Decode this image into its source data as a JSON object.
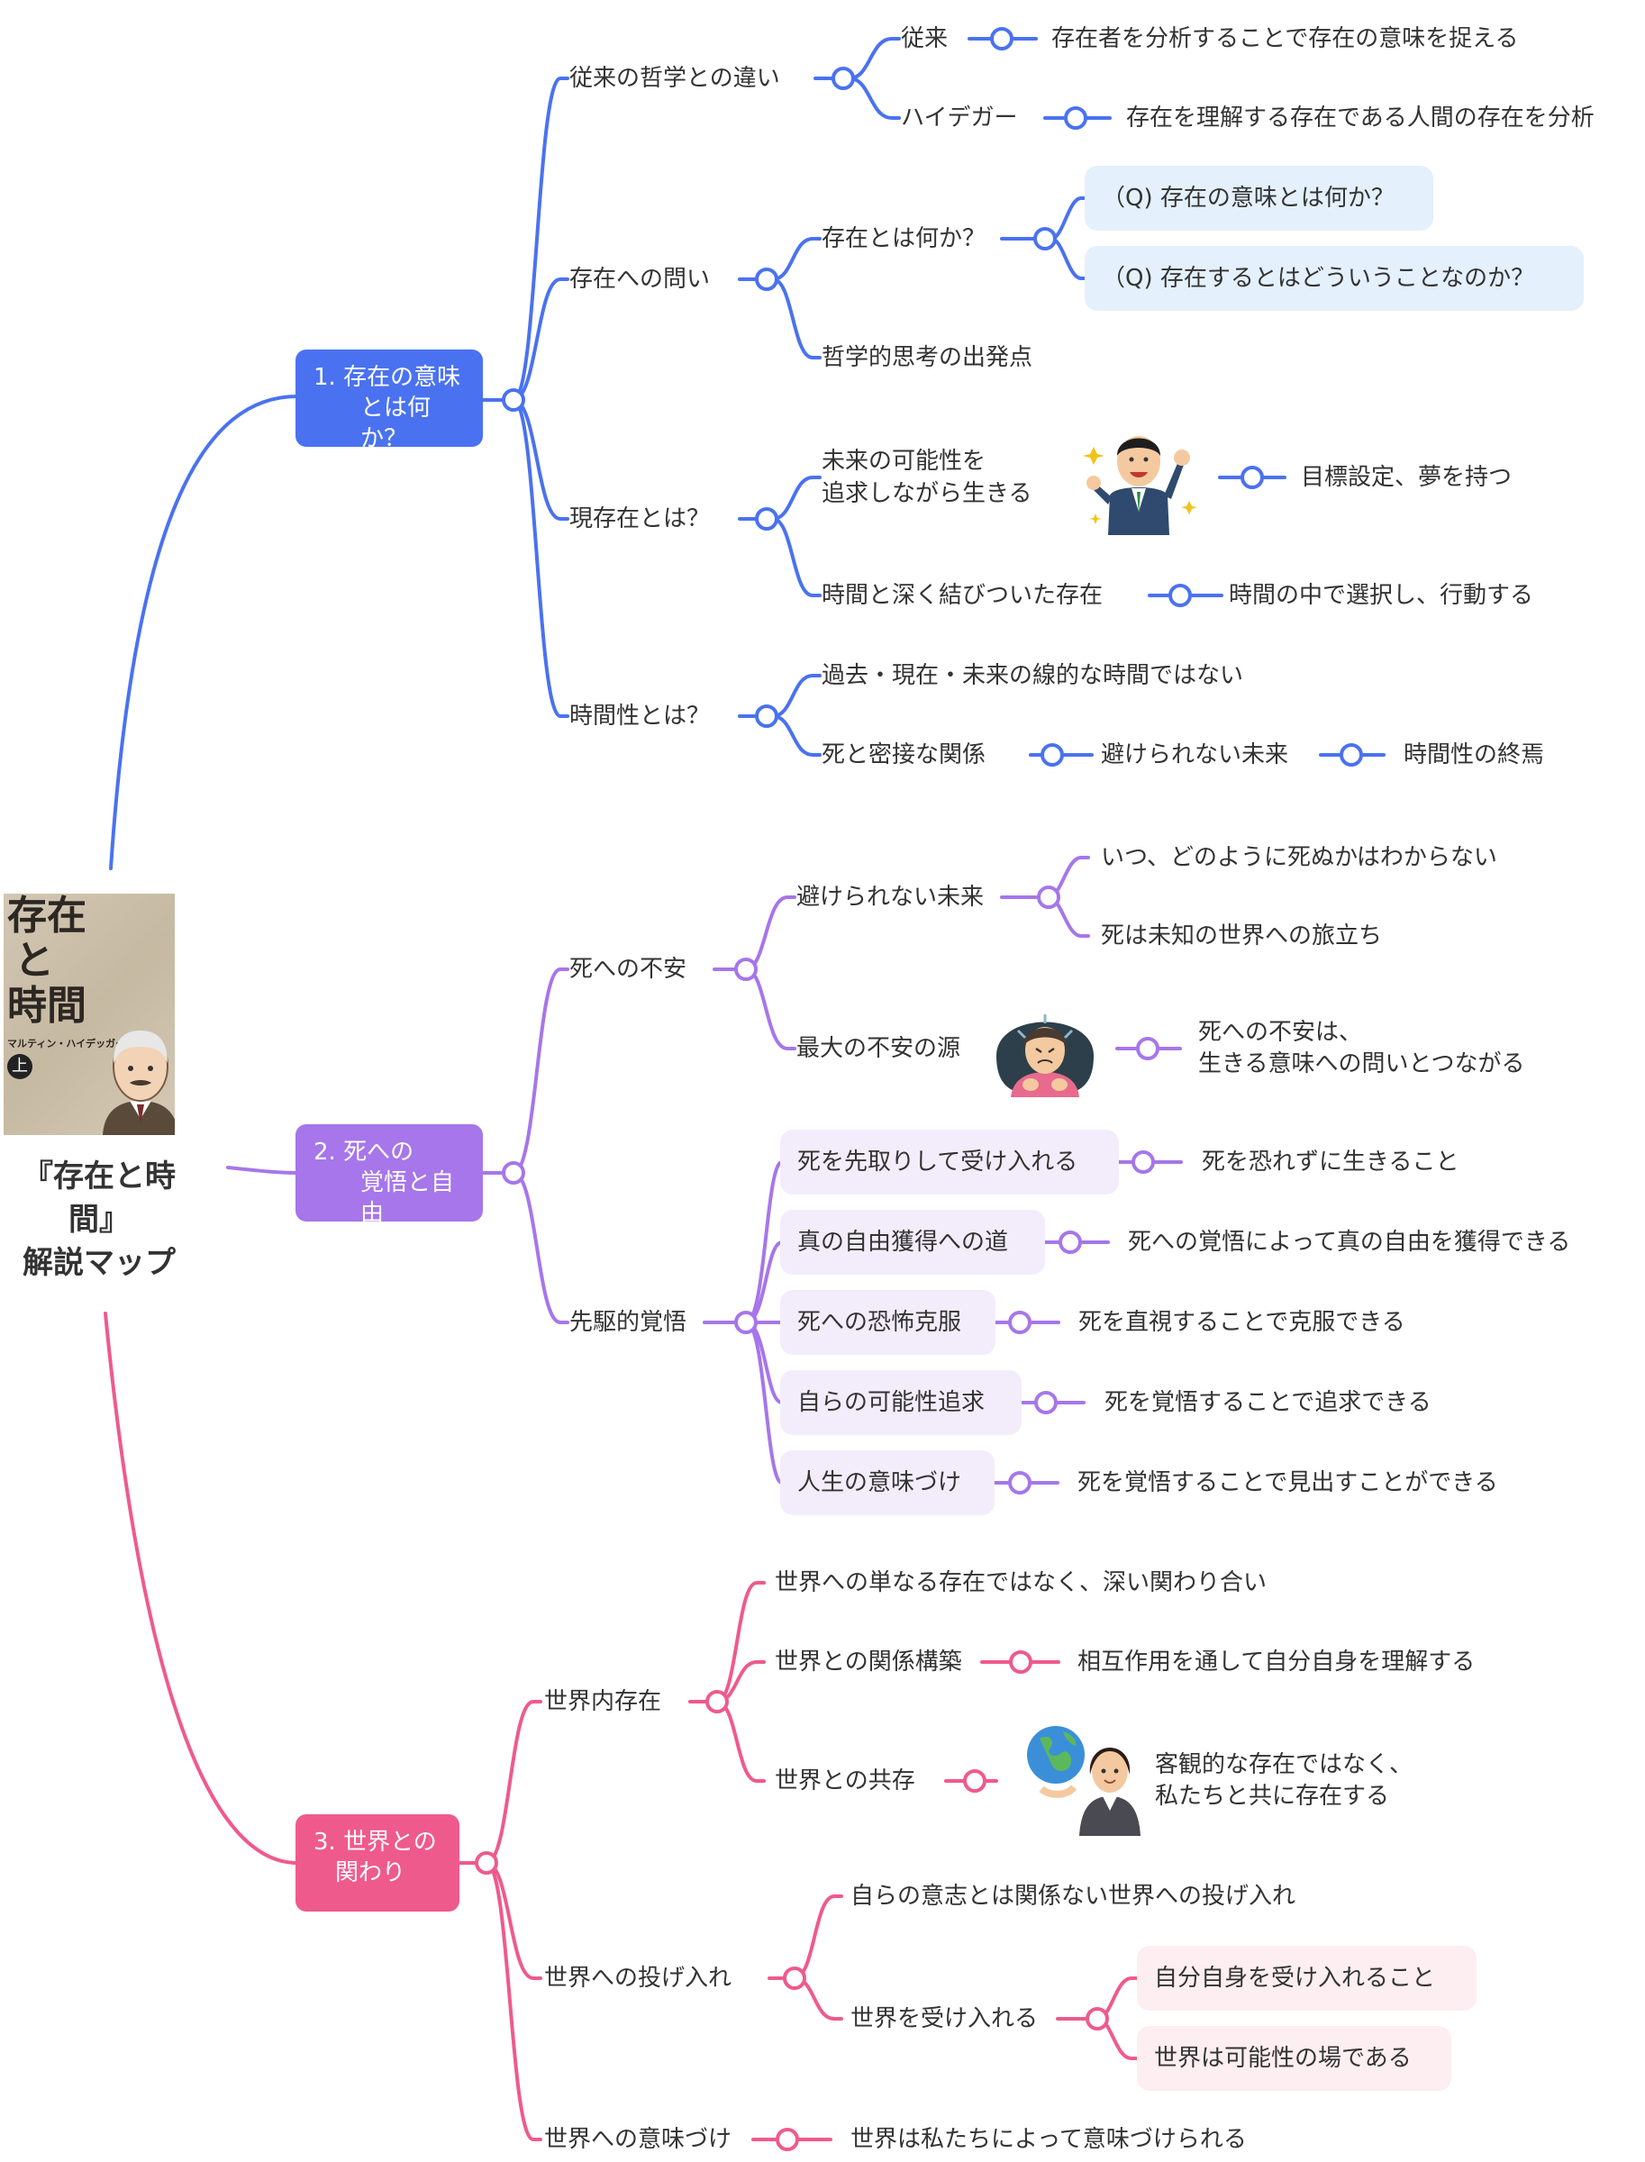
{
  "root": {
    "title_line1": "『存在と時間』",
    "title_line2": "解説マップ",
    "book": {
      "title_1": "存在",
      "title_2": "と",
      "title_3": "時間",
      "author": "マルティン・ハイデッガー",
      "volume": "上"
    }
  },
  "colors": {
    "blue": "#4a72f0",
    "purple": "#a676ea",
    "pink": "#ef5a8c"
  },
  "branches": [
    {
      "label_1": "1. 存在の意味",
      "label_2": "とは何か？",
      "topics": [
        {
          "label": "従来の哲学との違い",
          "items": [
            {
              "label": "従来",
              "detail": "存在者を分析することで存在の意味を捉える"
            },
            {
              "label": "ハイデガー",
              "detail": "存在を理解する存在である人間の存在を分析"
            }
          ]
        },
        {
          "label": "存在への問い",
          "items": [
            {
              "label": "存在とは何か？",
              "boxes": [
                "（Q) 存在の意味とは何か？",
                "（Q) 存在するとはどういうことなのか？"
              ]
            },
            {
              "label": "哲学的思考の出発点"
            }
          ]
        },
        {
          "label": "現存在とは？",
          "items": [
            {
              "label_1": "未来の可能性を",
              "label_2": "追求しながら生きる",
              "image": "cheering-businessman",
              "detail": "目標設定、夢を持つ"
            },
            {
              "label": "時間と深く結びついた存在",
              "detail": "時間の中で選択し、行動する"
            }
          ]
        },
        {
          "label": "時間性とは？",
          "items": [
            {
              "label": "過去・現在・未来の線的な時間ではない"
            },
            {
              "label": "死と密接な関係",
              "detail": "避けられない未来",
              "detail2": "時間性の終焉"
            }
          ]
        }
      ]
    },
    {
      "label_1": "2. 死への",
      "label_2": "覚悟と自由",
      "topics": [
        {
          "label": "死への不安",
          "items": [
            {
              "label": "避けられない未来",
              "subitems": [
                "いつ、どのように死ぬかはわからない",
                "死は未知の世界への旅立ち"
              ]
            },
            {
              "label": "最大の不安の源",
              "image": "anxious-woman",
              "detail_1": "死への不安は、",
              "detail_2": "生きる意味への問いとつながる"
            }
          ]
        },
        {
          "label": "先駆的覚悟",
          "items": [
            {
              "label": "死を先取りして受け入れる",
              "detail": "死を恐れずに生きること"
            },
            {
              "label": "真の自由獲得への道",
              "detail": "死への覚悟によって真の自由を獲得できる"
            },
            {
              "label": "死への恐怖克服",
              "detail": "死を直視することで克服できる"
            },
            {
              "label": "自らの可能性追求",
              "detail": "死を覚悟することで追求できる"
            },
            {
              "label": "人生の意味づけ",
              "detail": "死を覚悟することで見出すことができる"
            }
          ]
        }
      ]
    },
    {
      "label_1": "3. 世界との",
      "label_2": "関わり",
      "topics": [
        {
          "label": "世界内存在",
          "items": [
            {
              "label": "世界への単なる存在ではなく、深い関わり合い"
            },
            {
              "label": "世界との関係構築",
              "detail": "相互作用を通して自分自身を理解する"
            },
            {
              "label": "世界との共存",
              "image": "woman-with-globe",
              "detail_1": "客観的な存在ではなく、",
              "detail_2": "私たちと共に存在する"
            }
          ]
        },
        {
          "label": "世界への投げ入れ",
          "items": [
            {
              "label": "自らの意志とは関係ない世界への投げ入れ"
            },
            {
              "label": "世界を受け入れる",
              "boxes": [
                "自分自身を受け入れること",
                "世界は可能性の場である"
              ]
            }
          ]
        },
        {
          "label": "世界への意味づけ",
          "detail": "世界は私たちによって意味づけられる"
        }
      ]
    }
  ]
}
